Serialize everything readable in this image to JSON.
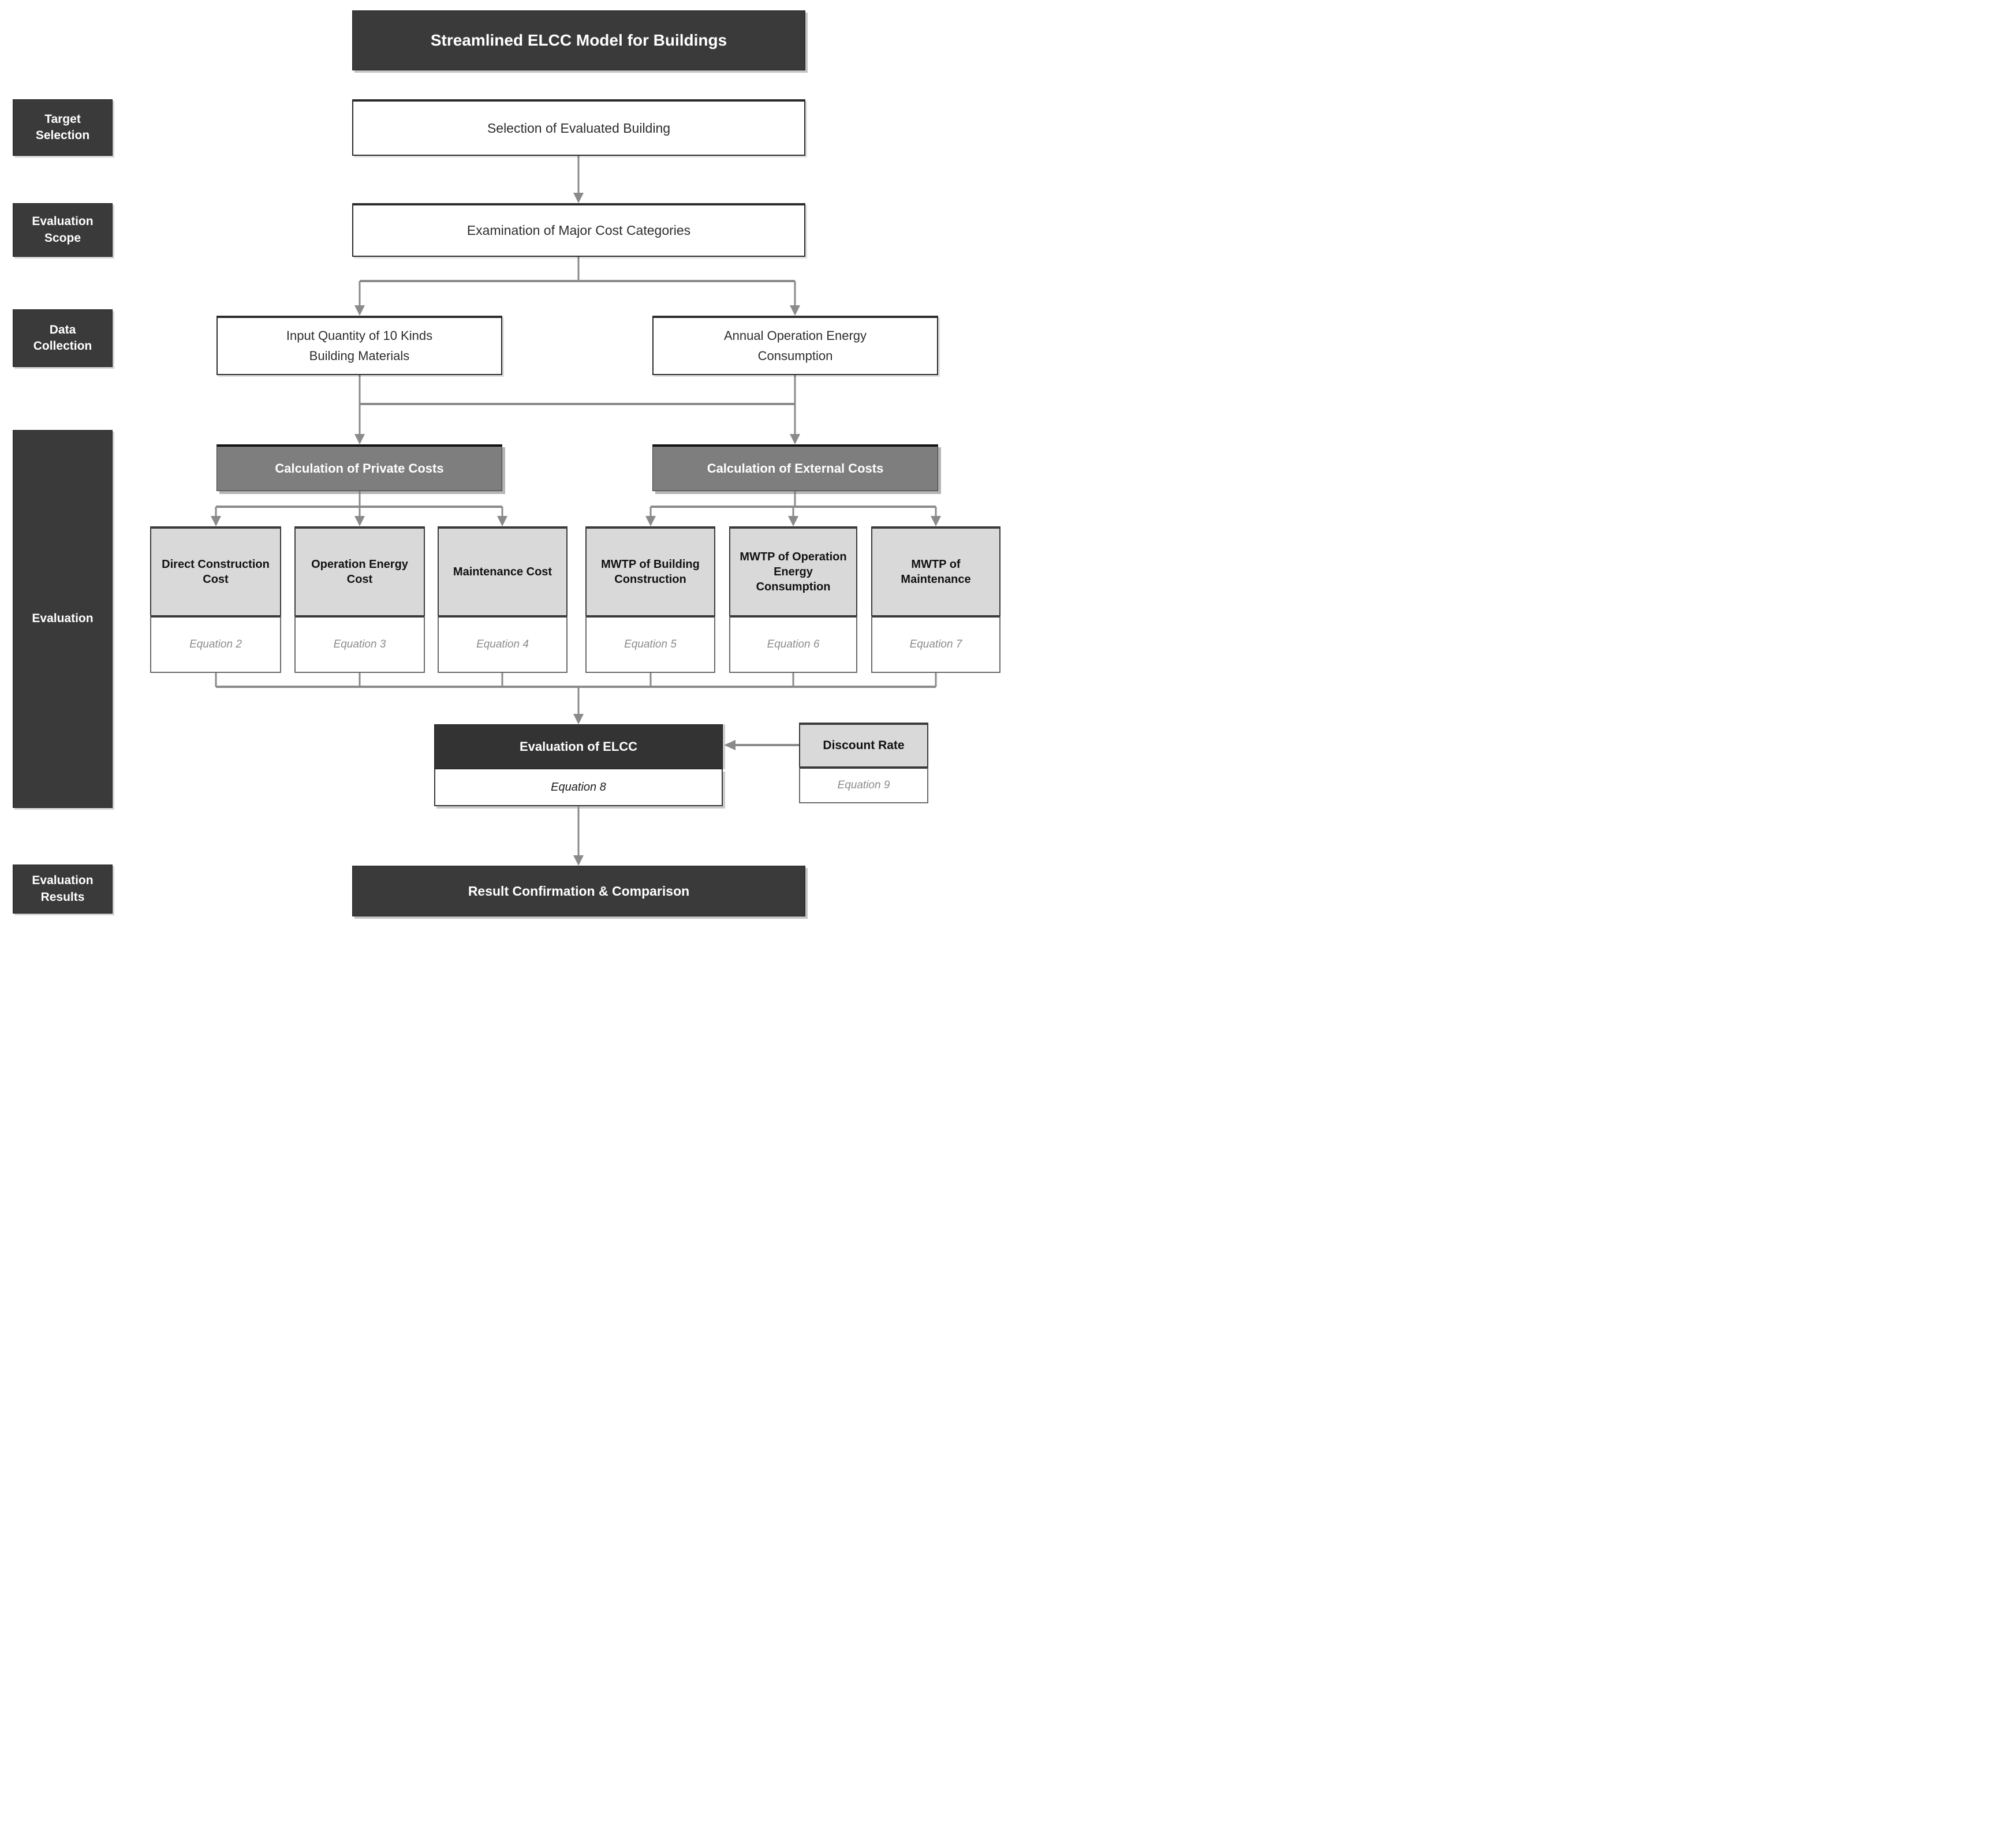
{
  "title": "Streamlined ELCC Model for Buildings",
  "sidebar": {
    "items": [
      {
        "label": "Target Selection"
      },
      {
        "label": "Evaluation Scope"
      },
      {
        "label": "Data Collection"
      },
      {
        "label": "Evaluation"
      },
      {
        "label": "Evaluation Results"
      }
    ]
  },
  "flow": {
    "selection": "Selection of Evaluated Building",
    "examination": "Examination of Major Cost Categories",
    "data_left": "Input Quantity of 10 Kinds Building Materials",
    "data_right": "Annual Operation Energy Consumption",
    "calc_private": "Calculation of Private Costs",
    "calc_external": "Calculation of External Costs",
    "cost_boxes": [
      {
        "label": "Direct Construction Cost",
        "equation": "Equation 2"
      },
      {
        "label": "Operation Energy Cost",
        "equation": "Equation 3"
      },
      {
        "label": "Maintenance Cost",
        "equation": "Equation 4"
      },
      {
        "label": "MWTP of Building Construction",
        "equation": "Equation 5"
      },
      {
        "label": "MWTP of Operation Energy Consumption",
        "equation": "Equation 6"
      },
      {
        "label": "MWTP of Maintenance",
        "equation": "Equation 7"
      }
    ],
    "elcc": {
      "label": "Evaluation of ELCC",
      "equation": "Equation 8"
    },
    "discount": {
      "label": "Discount Rate",
      "equation": "Equation 9"
    },
    "result": "Result Confirmation & Comparison"
  },
  "colors": {
    "dark_box": "#3a3a3a",
    "gray_box": "#7e7e7e",
    "light_gray_header": "#d9d9d9",
    "connector": "#8a8a8a",
    "equation_text": "#8c8c8c"
  }
}
